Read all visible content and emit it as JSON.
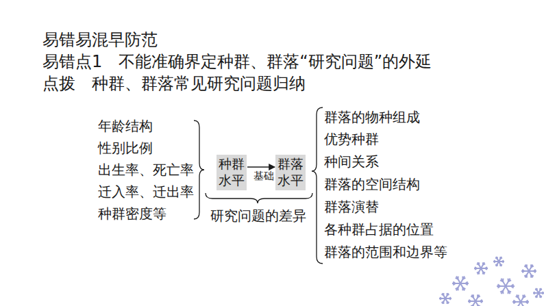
{
  "diagram": {
    "title": "易错易混早防范",
    "nodes": [
      {
        "text": [
          "种群 水平"
        ]
      },
      {
        "text": [
          "群落 水平"
        ]
      }
    ],
    "edges": [
      {
        "from": 0,
        "to": 1,
        "arrow": "to",
        "label": "基础"
      }
    ],
    "labels": [
      "易错点1　不能准确界定种群、群落“研究问题”的外延",
      "点拨　种群、群落常见研究问题归纳",
      "年龄结构",
      "性别比例",
      "出生率、死亡率",
      "迁入率、迁出率",
      "种群密度等",
      "研究问题的差异",
      "群落的物种组成",
      "优势种群",
      "种间关系",
      "群落的空间结构",
      "群落演替",
      "各种群占据的位置",
      "群落的范围和边界等"
    ]
  }
}
